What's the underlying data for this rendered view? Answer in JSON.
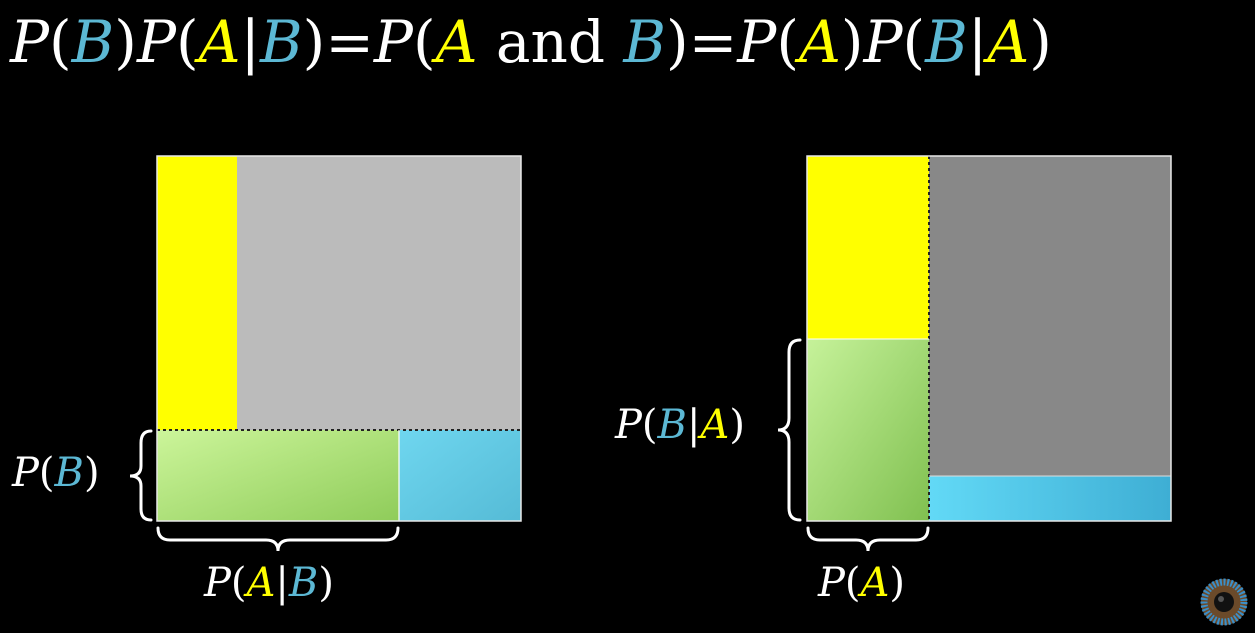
{
  "colors": {
    "background": "#000000",
    "text": "#ffffff",
    "A": "#ffff00",
    "B": "#5cb8d4",
    "overlap_green": "#a6d96a",
    "cyan_region": "#5bc8e8",
    "gray_light": "#bbbbbb",
    "gray_dark": "#888888"
  },
  "formula": {
    "tokens": [
      {
        "t": "P",
        "kind": "var",
        "c": "text"
      },
      {
        "t": "(",
        "kind": "sym",
        "c": "text"
      },
      {
        "t": "B",
        "kind": "var",
        "c": "B"
      },
      {
        "t": ")",
        "kind": "sym",
        "c": "text"
      },
      {
        "t": "P",
        "kind": "var",
        "c": "text"
      },
      {
        "t": "(",
        "kind": "sym",
        "c": "text"
      },
      {
        "t": "A",
        "kind": "var",
        "c": "A"
      },
      {
        "t": "|",
        "kind": "sym",
        "c": "text"
      },
      {
        "t": "B",
        "kind": "var",
        "c": "B"
      },
      {
        "t": ")",
        "kind": "sym",
        "c": "text"
      },
      {
        "t": "=",
        "kind": "sym",
        "c": "text"
      },
      {
        "t": "P",
        "kind": "var",
        "c": "text"
      },
      {
        "t": "(",
        "kind": "sym",
        "c": "text"
      },
      {
        "t": "A",
        "kind": "var",
        "c": "A"
      },
      {
        "t": " and ",
        "kind": "word",
        "c": "text"
      },
      {
        "t": "B",
        "kind": "var",
        "c": "B"
      },
      {
        "t": ")",
        "kind": "sym",
        "c": "text"
      },
      {
        "t": "=",
        "kind": "sym",
        "c": "text"
      },
      {
        "t": "P",
        "kind": "var",
        "c": "text"
      },
      {
        "t": "(",
        "kind": "sym",
        "c": "text"
      },
      {
        "t": "A",
        "kind": "var",
        "c": "A"
      },
      {
        "t": ")",
        "kind": "sym",
        "c": "text"
      },
      {
        "t": "P",
        "kind": "var",
        "c": "text"
      },
      {
        "t": "(",
        "kind": "sym",
        "c": "text"
      },
      {
        "t": "B",
        "kind": "var",
        "c": "B"
      },
      {
        "t": "|",
        "kind": "sym",
        "c": "text"
      },
      {
        "t": "A",
        "kind": "var",
        "c": "A"
      },
      {
        "t": ")",
        "kind": "sym",
        "c": "text"
      }
    ]
  },
  "labels": {
    "p_b": [
      {
        "t": "P",
        "kind": "var",
        "c": "text"
      },
      {
        "t": "(",
        "kind": "sym",
        "c": "text"
      },
      {
        "t": "B",
        "kind": "var",
        "c": "B"
      },
      {
        "t": ")",
        "kind": "sym",
        "c": "text"
      }
    ],
    "p_a_given_b": [
      {
        "t": "P",
        "kind": "var",
        "c": "text"
      },
      {
        "t": "(",
        "kind": "sym",
        "c": "text"
      },
      {
        "t": "A",
        "kind": "var",
        "c": "A"
      },
      {
        "t": "|",
        "kind": "sym",
        "c": "text"
      },
      {
        "t": "B",
        "kind": "var",
        "c": "B"
      },
      {
        "t": ")",
        "kind": "sym",
        "c": "text"
      }
    ],
    "p_b_given_a": [
      {
        "t": "P",
        "kind": "var",
        "c": "text"
      },
      {
        "t": "(",
        "kind": "sym",
        "c": "text"
      },
      {
        "t": "B",
        "kind": "var",
        "c": "B"
      },
      {
        "t": "|",
        "kind": "sym",
        "c": "text"
      },
      {
        "t": "A",
        "kind": "var",
        "c": "A"
      },
      {
        "t": ")",
        "kind": "sym",
        "c": "text"
      }
    ],
    "p_a": [
      {
        "t": "P",
        "kind": "var",
        "c": "text"
      },
      {
        "t": "(",
        "kind": "sym",
        "c": "text"
      },
      {
        "t": "A",
        "kind": "var",
        "c": "A"
      },
      {
        "t": ")",
        "kind": "sym",
        "c": "text"
      }
    ]
  },
  "logo": {
    "icon": "channel-logo-icon"
  }
}
